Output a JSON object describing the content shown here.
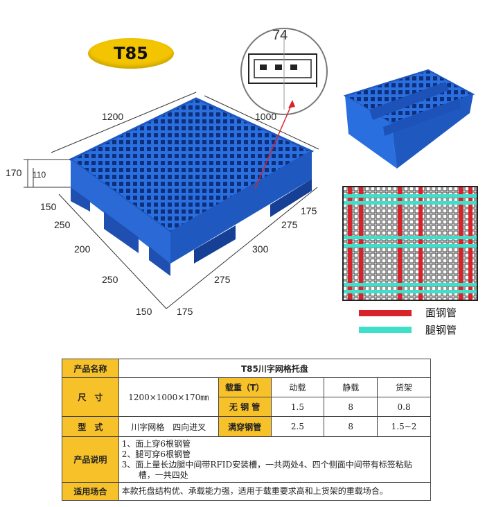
{
  "model_badge": "T85",
  "dimensions": {
    "length": "1200",
    "width": "1000",
    "height": "170",
    "leg_height": "110",
    "detail_height": "74",
    "left_side": [
      "150",
      "250",
      "200",
      "250",
      "150"
    ],
    "bottom_side": [
      "175",
      "275",
      "300",
      "275",
      "175"
    ]
  },
  "colors": {
    "pallet_blue": "#2a6fe0",
    "top_steel": "#d9232b",
    "leg_steel": "#3fe0c9",
    "badge": "#f3c400",
    "table_header": "#f7c12a"
  },
  "legend": [
    {
      "label": "面钢管",
      "color": "#d9232b"
    },
    {
      "label": "腿钢管",
      "color": "#3fe0c9"
    }
  ],
  "table": {
    "product_name_label": "产品名称",
    "product_name": "T85川字网格托盘",
    "size_label": "尺　寸",
    "size_value": "1200×1000×170㎜",
    "load_label": "载重（T）",
    "dynamic": "动载",
    "static": "静载",
    "rack": "货架",
    "no_steel_label": "无 钢 管",
    "no_steel": [
      "1.5",
      "8",
      "0.8"
    ],
    "type_label": "型　式",
    "type_value": "川字网格　四向进叉",
    "full_steel_label": "满穿钢管",
    "full_steel": [
      "2.5",
      "8",
      "1.5~2"
    ],
    "desc_label": "产品说明",
    "desc_lines": [
      "1、面上穿6根钢管",
      "2、腿可穿6根钢管",
      "3、面上量长边腿中间带RFID安装槽，一共两处4、四个侧面中间带有标签粘贴",
      "　　槽，一共四处"
    ],
    "usage_label": "适用场合",
    "usage_value": "本款托盘结构优、承载能力强，适用于载重要求高和上货架的重载场合。"
  }
}
